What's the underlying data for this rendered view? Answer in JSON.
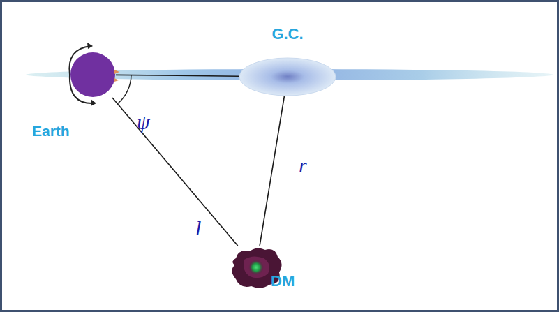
{
  "diagram": {
    "nodes": [
      {
        "text": [
          "Earth"
        ]
      },
      {
        "text": [
          "G.C."
        ]
      },
      {
        "text": [
          "DM"
        ]
      }
    ],
    "edges": [
      {
        "from": 0,
        "to": 1,
        "arrow": "none"
      },
      {
        "from": 0,
        "to": 2,
        "label": "l",
        "arrow": "none"
      },
      {
        "from": 1,
        "to": 2,
        "label": "r",
        "arrow": "none"
      }
    ],
    "labels": [
      "ψ"
    ]
  }
}
